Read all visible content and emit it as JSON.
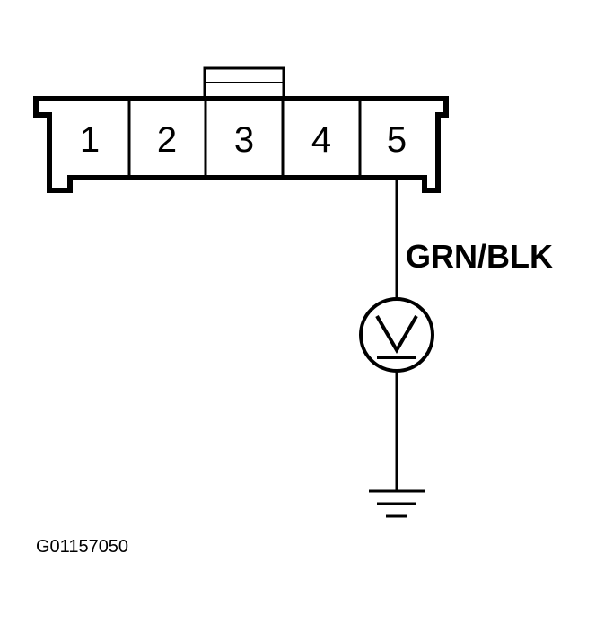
{
  "connector": {
    "pins": [
      "1",
      "2",
      "3",
      "4",
      "5"
    ]
  },
  "wire": {
    "color_code": "GRN/BLK"
  },
  "meter": {
    "symbol": "V"
  },
  "figure_id": "G01157050",
  "colors": {
    "line": "#000000",
    "background": "#ffffff"
  }
}
